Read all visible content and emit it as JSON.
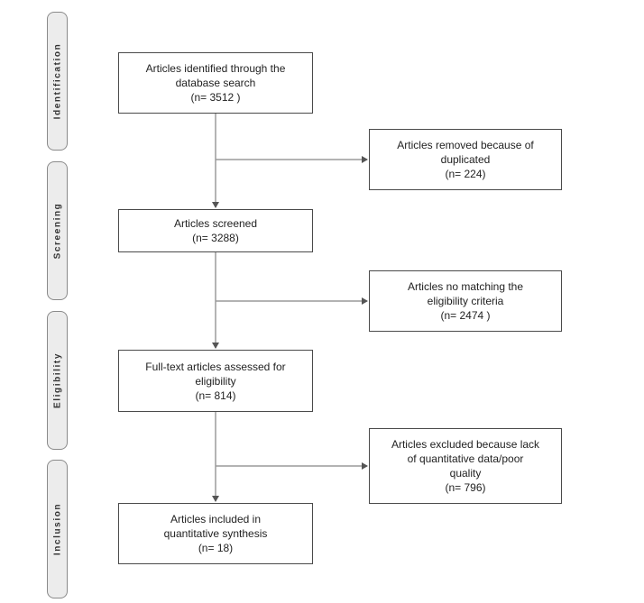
{
  "stages": {
    "identification": "Identification",
    "screening": "Screening",
    "eligibility": "Eligibility",
    "inclusion": "Inclusion"
  },
  "boxes": {
    "identified": {
      "line1": "Articles identified through the",
      "line2": "database search",
      "line3": "(n= 3512 )"
    },
    "duplicates": {
      "line1": "Articles removed because of",
      "line2": "duplicated",
      "line3": "(n= 224)"
    },
    "screened": {
      "line1": "Articles screened",
      "line2": "(n= 3288)"
    },
    "nomatch": {
      "line1": "Articles no matching the",
      "line2": "eligibility criteria",
      "line3": "(n= 2474 )"
    },
    "fulltext": {
      "line1": "Full-text articles assessed for",
      "line2": "eligibility",
      "line3": "(n= 814)"
    },
    "excluded": {
      "line1": "Articles excluded because lack",
      "line2": "of quantitative data/poor",
      "line3": "quality",
      "line4": "(n= 796)"
    },
    "included": {
      "line1": "Articles included in",
      "line2": "quantitative synthesis",
      "line3": "(n= 18)"
    }
  },
  "colors": {
    "border": "#4a4a4a",
    "connector": "#9a9a9a",
    "stage_fill": "#ececec"
  }
}
